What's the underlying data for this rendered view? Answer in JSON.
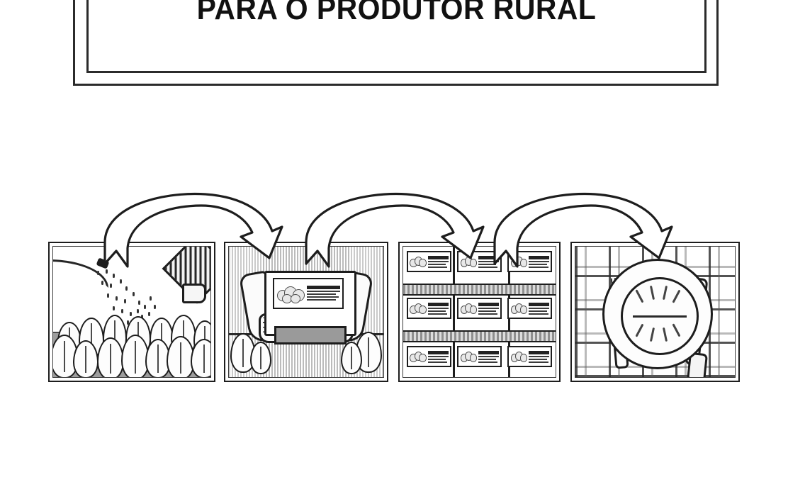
{
  "document": {
    "title": "PARA O PRODUTOR RURAL",
    "language": "pt-BR",
    "background_color": "#ffffff",
    "ink_color": "#1d1d1d"
  },
  "title_block": {
    "heading": "PARA O PRODUTOR RURAL",
    "border_style": "double-rectangle",
    "border_color": "#2b2b2b"
  },
  "flow": {
    "kind": "production-chain-illustration",
    "orientation": "left-to-right",
    "panel_count": 4,
    "arrow_count": 3,
    "panels": [
      {
        "index": 1,
        "name": "panel-cultivation",
        "scene": "campo-irrigacao",
        "caption": "",
        "elements": [
          "watering-can",
          "water-drops",
          "leafy-crops",
          "soil-bed",
          "hand-tool"
        ]
      },
      {
        "index": 2,
        "name": "panel-packaging",
        "scene": "embalagem",
        "caption": "",
        "elements": [
          "hands",
          "product-box",
          "product-label",
          "crop-rows",
          "leafy-crops"
        ]
      },
      {
        "index": 3,
        "name": "panel-retail",
        "scene": "supermercado-prateleiras",
        "caption": "",
        "elements": [
          "shelf-board",
          "packaged-products",
          "shelf-dividers"
        ]
      },
      {
        "index": 4,
        "name": "panel-consumption",
        "scene": "mesa-refeicao",
        "caption": "",
        "elements": [
          "checkered-tablecloth",
          "plate",
          "fork",
          "knife",
          "served-food"
        ]
      }
    ],
    "arrows": [
      {
        "index": 1,
        "from_panel": 1,
        "to_panel": 2,
        "style": "curved-block-arrow"
      },
      {
        "index": 2,
        "from_panel": 2,
        "to_panel": 3,
        "style": "curved-block-arrow"
      },
      {
        "index": 3,
        "from_panel": 3,
        "to_panel": 4,
        "style": "curved-block-arrow"
      }
    ]
  },
  "shelves": {
    "rows": 3,
    "items_per_row": 3,
    "product_label": {
      "image": "vegetable-glyph",
      "text_lines": 4
    }
  }
}
